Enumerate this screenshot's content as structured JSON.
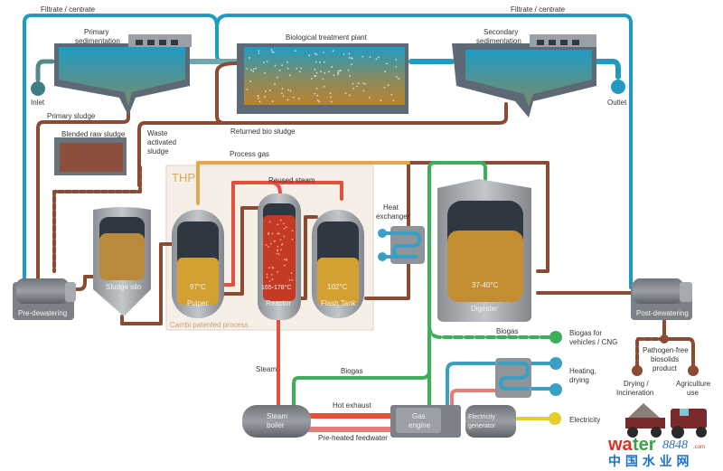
{
  "title": "Sludge treatment process with Cambi thermal hydrolysis",
  "colors": {
    "water": "#1e9bbf",
    "sludge": "#8b4a32",
    "process_gas": "#e6a64a",
    "steam": "#e5503a",
    "feedwater": "#e87c77",
    "biogas": "#3fae5a",
    "heating": "#3a9fc4",
    "electricity": "#e5cd2a",
    "thp_box": "#f6efe8"
  },
  "flows": {
    "filtrate_left": "Filtrate / centrate",
    "filtrate_right": "Filtrate / centrate",
    "primary_sludge": "Primary  sludge",
    "returned_bio_sludge": "Returned bio  sludge",
    "waste_activated_sludge": [
      "Waste",
      "activated",
      "sludge"
    ],
    "process_gas": "Process gas",
    "reused_steam": "Reused steam",
    "steam": "Steam",
    "biogas_upper": "Biogas",
    "biogas_lower": "Biogas",
    "hot_exhaust": "Hot exhaust",
    "preheated_feedwater": "Pre-heated feedwater"
  },
  "units": {
    "inlet": "Inlet",
    "outlet": "Outlet",
    "primary_sedimentation": [
      "Primary",
      "sedimentation"
    ],
    "biological_treatment": "Biological treatment plant",
    "secondary_sedimentation": [
      "Secondary",
      "sedimentation"
    ],
    "blended_raw_sludge": "Blended raw sludge",
    "pre_dewatering": "Pre-dewatering",
    "sludge_silo": "Sludge silo",
    "thp_title": "THP",
    "cambi": "Cambi patented process",
    "pulper": {
      "name": "Pulper",
      "temp": "97°C"
    },
    "reactor": {
      "name": "Reactor",
      "temp": "165-178°C"
    },
    "flash_tank": {
      "name": "Flash Tank",
      "temp": "102°C"
    },
    "heat_exchanger": [
      "Heat",
      "exchanger"
    ],
    "digester": {
      "name": "Digester",
      "temp": "37-40°C"
    },
    "post_dewatering": "Post-dewatering",
    "steam_boiler": [
      "Steam",
      "boiler"
    ],
    "gas_engine": [
      "Gas",
      "engine"
    ],
    "electricity_generator": [
      "Electricity",
      "generator"
    ]
  },
  "outputs": {
    "biogas_vehicles": [
      "Biogas for",
      "vehicles / CNG"
    ],
    "heating_drying": [
      "Heating,",
      "drying"
    ],
    "electricity": "Electricity",
    "biosolids": [
      "Pathogen-free",
      "biosolids",
      "product"
    ],
    "drying_incineration": [
      "Drying /",
      "Incineration"
    ],
    "agriculture": [
      "Agriculture",
      "use"
    ]
  },
  "watermark": {
    "brand_a": "wa",
    "brand_b": "ter",
    "brand_c": "8848",
    "brand_d": ".com",
    "cn": "中 国 水 业 网"
  }
}
